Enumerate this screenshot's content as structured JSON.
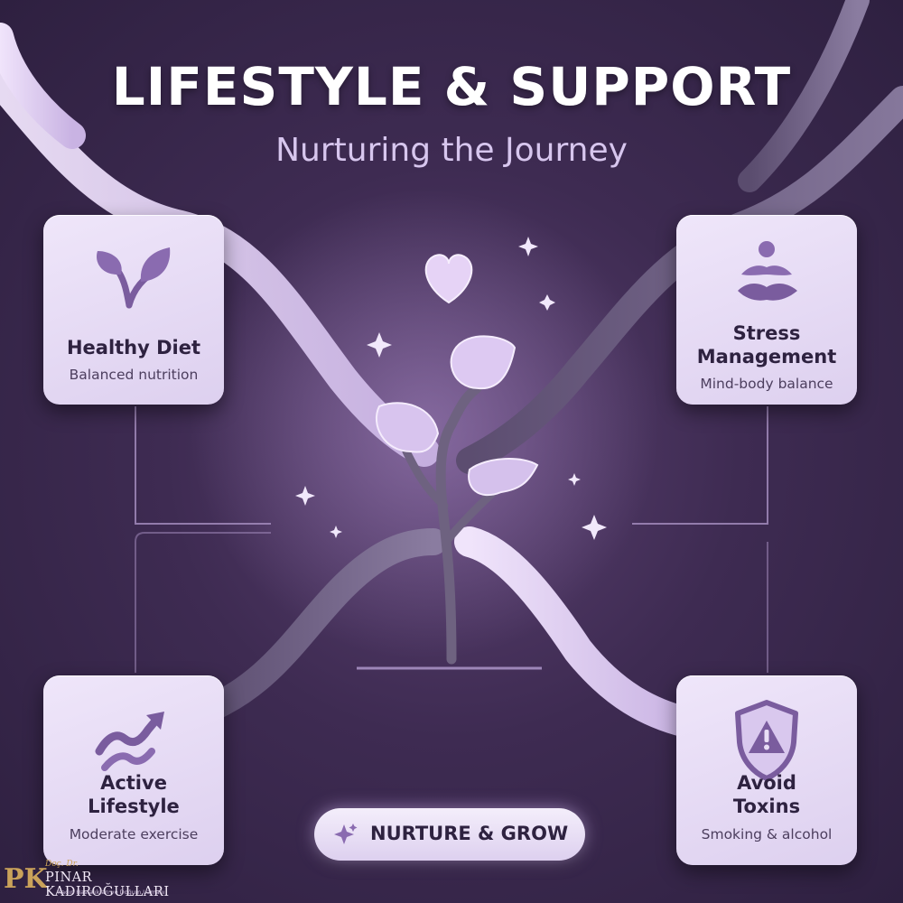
{
  "header": {
    "title": "LIFESTYLE & SUPPORT",
    "subtitle": "Nurturing the Journey"
  },
  "cards": {
    "healthy_diet": {
      "title": "Healthy Diet",
      "description": "Balanced nutrition",
      "icon": "sprout-leaf-icon"
    },
    "stress_management": {
      "title_line1": "Stress",
      "title_line2": "Management",
      "description": "Mind-body balance",
      "icon": "meditation-icon"
    },
    "active_lifestyle": {
      "title_line1": "Active",
      "title_line2": "Lifestyle",
      "description": "Moderate exercise",
      "icon": "trend-up-arrow-icon"
    },
    "avoid_toxins": {
      "title_line1": "Avoid",
      "title_line2": "Toxins",
      "description": "Smoking & alcohol",
      "icon": "warning-shield-icon"
    }
  },
  "center": {
    "icon": "plant-with-heart-icon"
  },
  "footer_pill": {
    "label": "NURTURE & GROW",
    "icon": "sparkle-icon"
  },
  "logo": {
    "monogram": "PK",
    "prefix": "Doç. Dr.",
    "name": "PINAR KADIROĞULLARI",
    "tagline": "Kadın Hastalıkları ve Doğum Uzmanı"
  },
  "colors": {
    "background": "#3e2b52",
    "card": "#e6dcf5",
    "accent": "#7a5c9e",
    "text_dark": "#2e2240",
    "gold": "#caa25a"
  }
}
